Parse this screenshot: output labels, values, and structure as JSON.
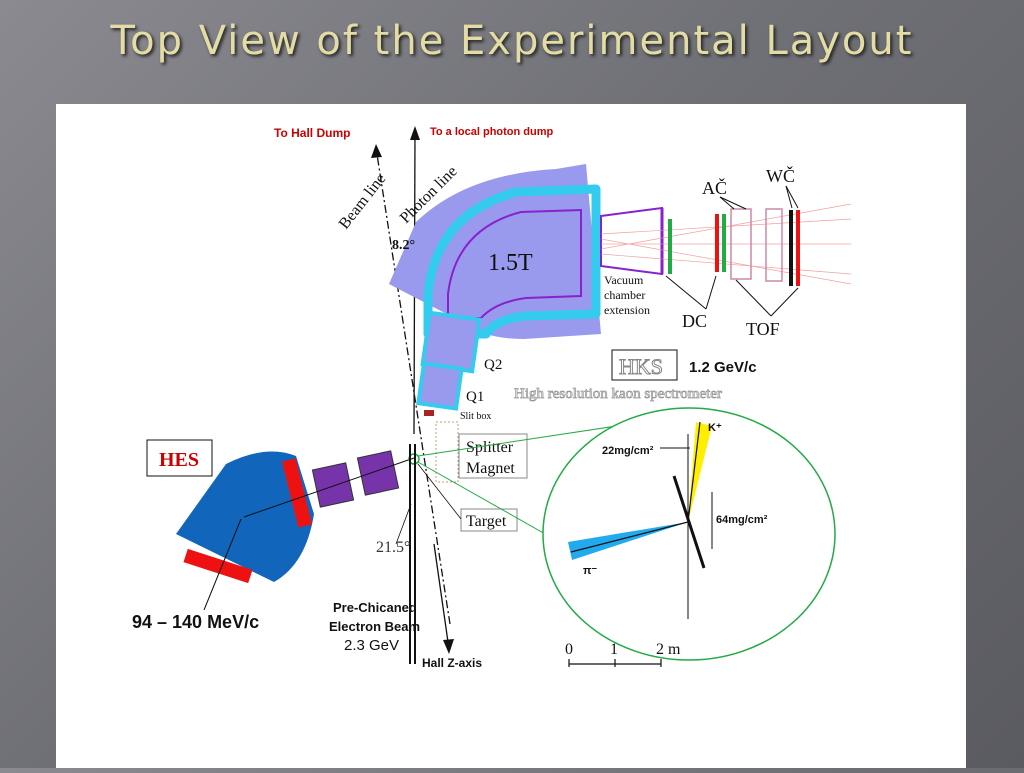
{
  "slide": {
    "title": "Top View of the Experimental Layout"
  },
  "diagram": {
    "to_hall_dump": "To Hall Dump",
    "to_photon_dump": "To a local photon dump",
    "beam_line": "Beam line",
    "photon_line": "Photon line",
    "angle_photon": "8.2°",
    "field": "1.5T",
    "ac": "AČ",
    "wc": "WČ",
    "vacuum": [
      "Vacuum",
      "chamber",
      "extension"
    ],
    "dc": "DC",
    "tof": "TOF",
    "q2": "Q2",
    "q1": "Q1",
    "slit_box": "Slit box",
    "hks": "HKS",
    "hks_momentum": "1.2 GeV/c",
    "hks_full": "High resolution kaon spectrometer",
    "hes": "HES",
    "splitter": [
      "Splitter",
      "Magnet"
    ],
    "target": "Target",
    "angle_hes": "21.5°",
    "hes_momentum": "94 – 140 MeV/c",
    "beam": [
      "Pre-Chicaned",
      "Electron Beam"
    ],
    "beam_energy": "2.3 GeV",
    "hall_z": "Hall Z-axis",
    "inset": {
      "kaon": "K⁺",
      "pion": "π⁻",
      "thickness_a": "22mg/cm²",
      "thickness_b": "64mg/cm²"
    },
    "scale": [
      "0",
      "1",
      "2 m"
    ]
  },
  "colors": {
    "title": "#e3dca4",
    "magnet_fill": "#9999ee",
    "vacuum_cyan": "#33ccee",
    "chamber_purple": "#8822cc",
    "hes_blue": "#1166bb",
    "quad_purple": "#7733aa",
    "red": "#ee1111",
    "inset_green": "#22aa44",
    "kaon_yellow": "#ffee00",
    "pion_cyan": "#22aaee"
  }
}
